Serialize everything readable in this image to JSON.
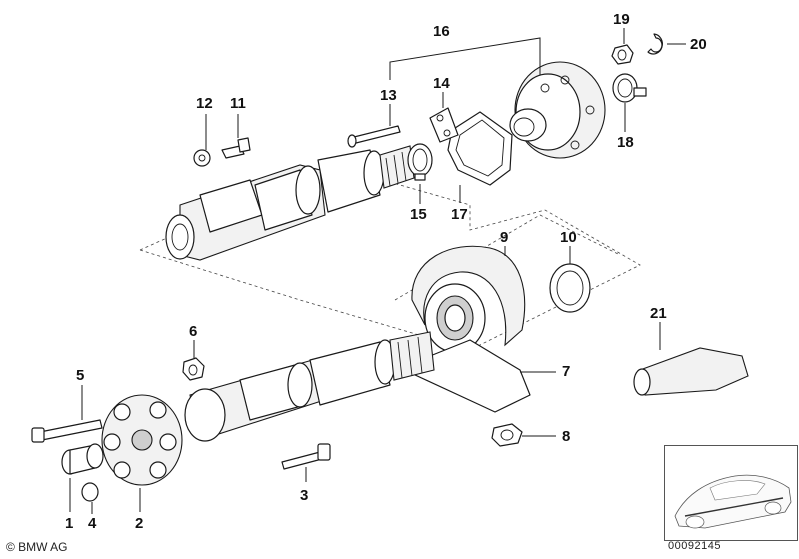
{
  "callouts": {
    "c1": "1",
    "c2": "2",
    "c3": "3",
    "c4": "4",
    "c5": "5",
    "c6": "6",
    "c7": "7",
    "c8": "8",
    "c9": "9",
    "c10": "10",
    "c11": "11",
    "c12": "12",
    "c13": "13",
    "c14": "14",
    "c15": "15",
    "c16": "16",
    "c17": "17",
    "c18": "18",
    "c19": "19",
    "c20": "20",
    "c21": "21"
  },
  "footer": {
    "copyright": "© BMW AG",
    "reference": "00092145"
  }
}
